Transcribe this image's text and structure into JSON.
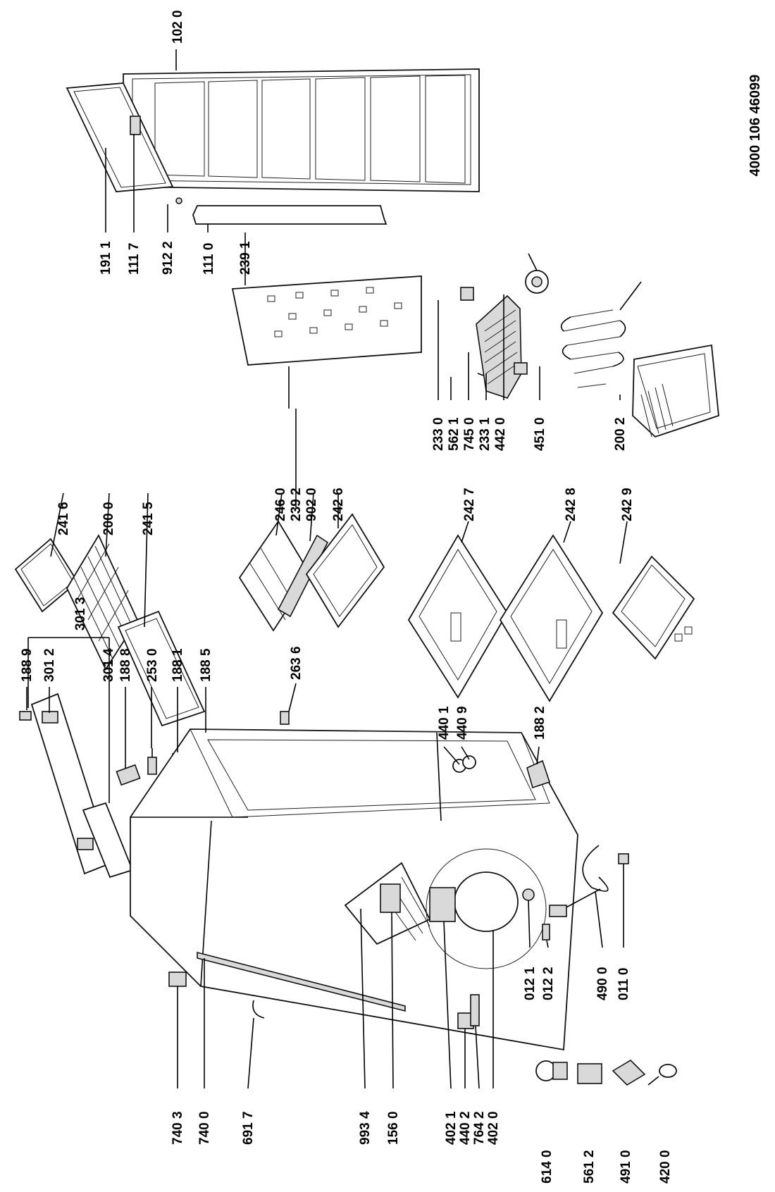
{
  "document_ref": "4000 106 46099",
  "labels": [
    {
      "id": "1020",
      "text": "102 0"
    },
    {
      "id": "1911",
      "text": "191 1"
    },
    {
      "id": "1117",
      "text": "111 7"
    },
    {
      "id": "9122",
      "text": "912 2"
    },
    {
      "id": "1110",
      "text": "111 0"
    },
    {
      "id": "2391",
      "text": "239 1"
    },
    {
      "id": "2330",
      "text": "233 0"
    },
    {
      "id": "5621",
      "text": "562 1"
    },
    {
      "id": "7450",
      "text": "745 0"
    },
    {
      "id": "2331",
      "text": "233 1"
    },
    {
      "id": "4420",
      "text": "442 0"
    },
    {
      "id": "4510",
      "text": "451 0"
    },
    {
      "id": "2002",
      "text": "200 2"
    },
    {
      "id": "2416",
      "text": "241 6"
    },
    {
      "id": "2000",
      "text": "200 0"
    },
    {
      "id": "2415",
      "text": "241 5"
    },
    {
      "id": "2460",
      "text": "246 0"
    },
    {
      "id": "2392",
      "text": "239 2"
    },
    {
      "id": "9020",
      "text": "902 0"
    },
    {
      "id": "2426",
      "text": "242 6"
    },
    {
      "id": "2427",
      "text": "242 7"
    },
    {
      "id": "2428",
      "text": "242 8"
    },
    {
      "id": "2429",
      "text": "242 9"
    },
    {
      "id": "3013",
      "text": "301 3"
    },
    {
      "id": "1889",
      "text": "188 9"
    },
    {
      "id": "3012",
      "text": "301 2"
    },
    {
      "id": "3014",
      "text": "301 4"
    },
    {
      "id": "1888",
      "text": "188 8"
    },
    {
      "id": "2530",
      "text": "253 0"
    },
    {
      "id": "1881",
      "text": "188 1"
    },
    {
      "id": "1885",
      "text": "188 5"
    },
    {
      "id": "2636",
      "text": "263 6"
    },
    {
      "id": "4401",
      "text": "440 1"
    },
    {
      "id": "4409",
      "text": "440 9"
    },
    {
      "id": "1882",
      "text": "188 2"
    },
    {
      "id": "7403",
      "text": "740 3"
    },
    {
      "id": "7400",
      "text": "740 0"
    },
    {
      "id": "6917",
      "text": "691 7"
    },
    {
      "id": "9934",
      "text": "993 4"
    },
    {
      "id": "1560",
      "text": "156 0"
    },
    {
      "id": "4021",
      "text": "402 1"
    },
    {
      "id": "4402",
      "text": "440 2"
    },
    {
      "id": "7642",
      "text": "764 2"
    },
    {
      "id": "4020",
      "text": "402 0"
    },
    {
      "id": "0121",
      "text": "012 1"
    },
    {
      "id": "0122",
      "text": "012 2"
    },
    {
      "id": "4900",
      "text": "490 0"
    },
    {
      "id": "0110",
      "text": "011 0"
    },
    {
      "id": "6140",
      "text": "614 0"
    },
    {
      "id": "5612",
      "text": "561 2"
    },
    {
      "id": "4910",
      "text": "491 0"
    },
    {
      "id": "4200",
      "text": "420 0"
    }
  ]
}
